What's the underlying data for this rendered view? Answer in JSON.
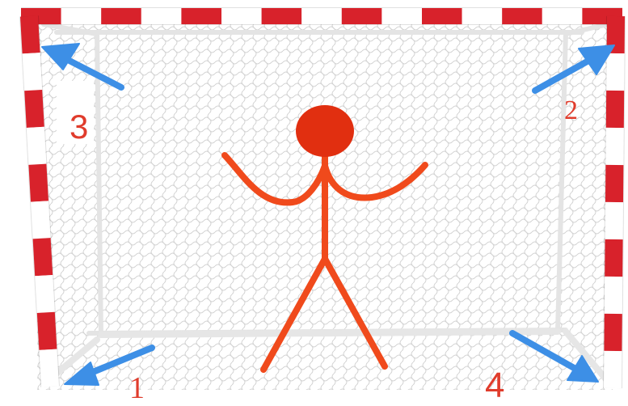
{
  "diagram": {
    "colors": {
      "frame_red": "#d8222b",
      "frame_white": "#ffffff",
      "net": "#d2d2d2",
      "figure": "#f04a1c",
      "figure_head": "#e12f10",
      "arrow": "#3d8fe6",
      "label": "#e03c2c"
    },
    "subject": "goalkeeper-figure",
    "corners": [
      {
        "label": "1",
        "position": "bottom-left"
      },
      {
        "label": "2",
        "position": "top-right"
      },
      {
        "label": "3",
        "position": "top-left"
      },
      {
        "label": "4",
        "position": "bottom-right"
      }
    ]
  }
}
